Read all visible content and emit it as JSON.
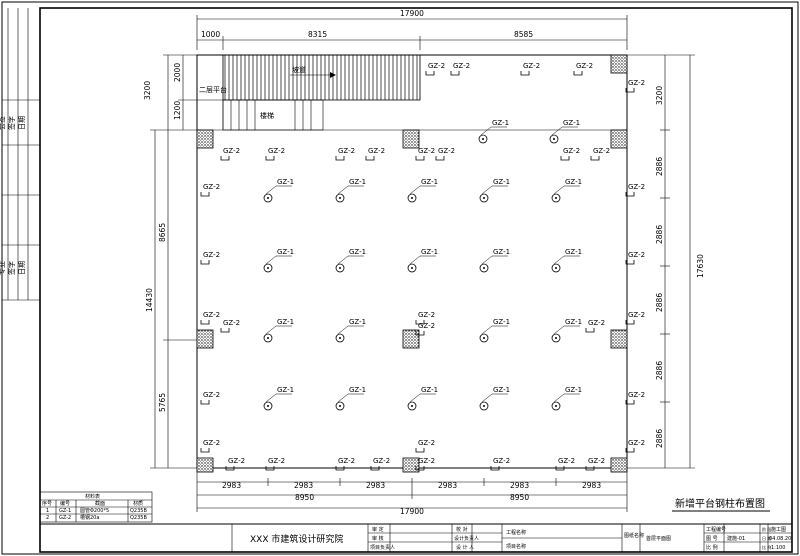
{
  "drawing": {
    "title": "新增平台钢柱布置图",
    "institute": "XXX 市建筑设计研究院",
    "stair_label": "楼梯",
    "platform_label": "二层平台",
    "slope_label": "坡道",
    "column_labels": {
      "gz1": "GZ-1",
      "gz2": "GZ-2"
    }
  },
  "dimensions": {
    "top_total": "17900",
    "top_segments": [
      "1000",
      "8315",
      "8585"
    ],
    "bottom_segments": [
      "2983",
      "2983",
      "2983",
      "2983",
      "2983",
      "2983"
    ],
    "bottom_halves": [
      "8950",
      "8950"
    ],
    "bottom_total": "17900",
    "left_small": [
      "3200",
      "2000",
      "1200"
    ],
    "left_mid": [
      "8665",
      "5765"
    ],
    "left_total": "14430",
    "right_segments": [
      "3200",
      "2886",
      "2886",
      "2886",
      "2886",
      "2886"
    ],
    "right_total": "17630"
  },
  "material_table": {
    "title": "材料表",
    "headers": [
      "序号",
      "编号",
      "截面",
      "材质"
    ],
    "rows": [
      [
        "1",
        "GZ-1",
        "圆管Φ200*5",
        "Q235B"
      ],
      [
        "2",
        "GZ-2",
        "槽钢20a",
        "Q235B"
      ]
    ]
  },
  "title_block": {
    "cells_left": [
      "审 定",
      "审 核",
      "项目负责人"
    ],
    "cells_mid": [
      "校 对",
      "设计负责人",
      "设 计 人"
    ],
    "project": [
      "工程名称",
      "项目名称"
    ],
    "drawing_name_label": "图纸名称",
    "drawing_name": "首层平面图",
    "meta_labels": [
      "工程编号",
      "图 号",
      "比 例"
    ],
    "meta_right_labels": [
      "阶 段",
      "日 期",
      "比 例"
    ],
    "drawing_no": "建施-01",
    "stage": "施工图",
    "date": "04.08.20",
    "scale": "1:100"
  },
  "side_strip": [
    "会签",
    "签字",
    "日期",
    "专业",
    "签字",
    "日期"
  ]
}
